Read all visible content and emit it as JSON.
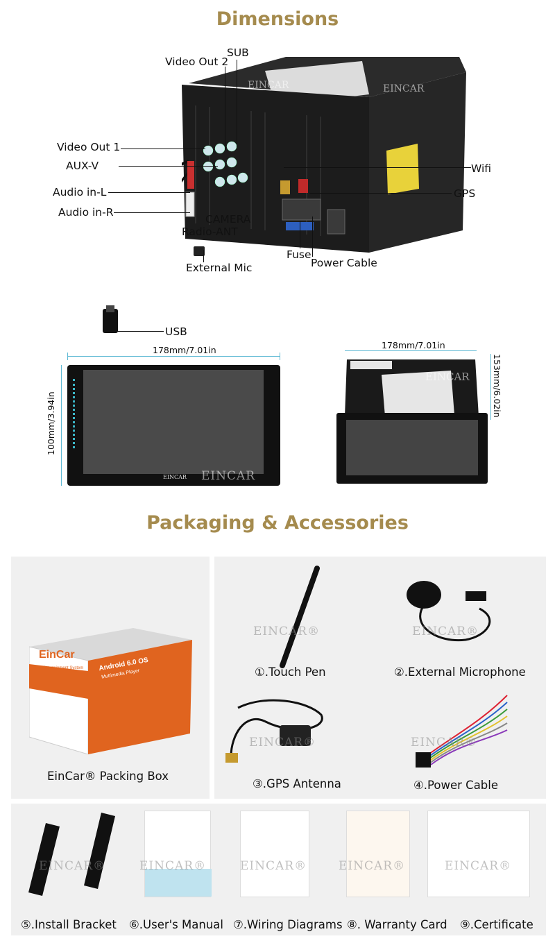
{
  "headings": {
    "dimensions": "Dimensions",
    "packaging": "Packaging & Accessories"
  },
  "ports": {
    "video_out_2": "Video Out 2",
    "sub": "SUB",
    "video_out_1": "Video Out 1",
    "aux_v": "AUX-V",
    "audio_in_l": "Audio in-L",
    "audio_in_r": "Audio in-R",
    "camera": "CAMERA",
    "radio_ant": "Radio-ANT",
    "external_mic": "External Mic",
    "usb": "USB",
    "wifi": "Wifi",
    "gps": "GPS",
    "fuse": "Fuse",
    "power_cable": "Power Cable"
  },
  "dimensions": {
    "front_width": "178mm/7.01in",
    "front_height": "100mm/3.94in",
    "side_width": "178mm/7.01in",
    "side_depth": "153mm/6.02in"
  },
  "brand": {
    "watermark": "EINCAR",
    "registered": "®",
    "front_logo": "EINCAR",
    "box_brand": "EinCar",
    "box_os": "Android 6.0 OS",
    "box_sub": "Multimedia Player",
    "box_tag": "Car Entertainment System"
  },
  "accessories": {
    "packing_box": "EinCar® Packing Box",
    "touch_pen": "①.Touch Pen",
    "external_microphone": "②.External Microphone",
    "gps_antenna": "③.GPS Antenna",
    "power_cable": "④.Power Cable",
    "install_bracket": "⑤.Install Bracket",
    "users_manual": "⑥.User's Manual",
    "wiring_diagrams": "⑦.Wiring Diagrams",
    "warranty_card": "⑧. Warranty Card",
    "certificate": "⑨.Certificate"
  },
  "colors": {
    "heading": "#a58b4e",
    "dimension_line": "#5fb9d4",
    "panel": "#f0f0f0",
    "box_orange": "#e0641f"
  }
}
